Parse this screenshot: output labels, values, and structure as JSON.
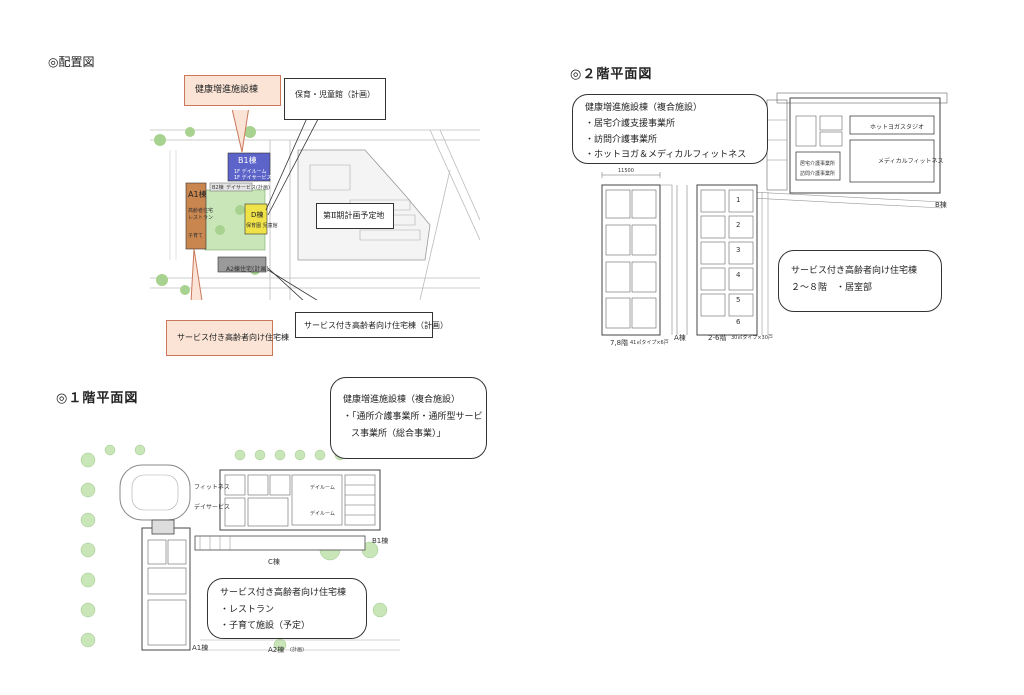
{
  "site_plan": {
    "heading": "◎配置図",
    "callouts": {
      "health_bldg": "健康増進施設棟",
      "childcare": "保育・児童館（計画）",
      "phase2": "第Ⅱ期計画予定地",
      "sr_housing_plan": "サービス付き高齢者向け住宅棟（計画）",
      "sr_housing": "サービス付き高齢者向け住宅棟"
    },
    "blocks": {
      "b1": "B1棟",
      "b1_sub1": "1F デイルーム",
      "b1_sub2": "1F デイサービス",
      "a1": "A1棟",
      "a1_sub1": "高齢者住宅",
      "a1_sub2": "レストラン",
      "a1_sub3": "子育て",
      "d": "D棟",
      "d_sub": "保育園 児童館",
      "a2": "A2棟",
      "a2_sub": "住宅(計画)",
      "b2": "B2棟",
      "b2_sub": "デイサービス(計画)"
    }
  },
  "floor2": {
    "heading": "◎２階平面図",
    "callout_health": [
      "健康増進施設棟（複合施設）",
      "・居宅介護支援事業所",
      "・訪問介護事業所",
      "・ホットヨガ＆メディカルフィットネス"
    ],
    "callout_housing": [
      "サービス付き高齢者向け住宅棟",
      "２～８階　・居室部"
    ],
    "rooms": {
      "yoga": "ホットヨガスタジオ",
      "fitness": "メディカルフィットネス",
      "office1": "居宅介護事業所",
      "office2": "訪問介護事業所"
    },
    "labels": {
      "b_bldg": "B棟",
      "a_bldg": "A棟",
      "floor78": "7,8階",
      "floor78_sub": "41㎡タイプ×6戸",
      "floor26": "2-6階",
      "floor26_sub": "30㎡タイプ×30戸",
      "dim_top": "11500"
    },
    "unit_numbers": [
      "1",
      "2",
      "3",
      "4",
      "5",
      "6"
    ]
  },
  "floor1": {
    "heading": "◎１階平面図",
    "callout_health": [
      "健康増進施設棟（複合施設）",
      "・「通所介護事業所・通所型サービ",
      "ス事業所（総合事業）」"
    ],
    "callout_housing": [
      "サービス付き高齢者向け住宅棟",
      "・レストラン",
      "・子育て施設（予定）"
    ],
    "labels": {
      "fitness": "フィットネス",
      "day_service": "デイサービス",
      "dayroom1": "デイルーム",
      "dayroom2": "デイルーム",
      "b1": "B1棟",
      "c": "C棟",
      "a1": "A1棟",
      "a2": "A2棟",
      "a2_sub": "(計画)"
    }
  }
}
